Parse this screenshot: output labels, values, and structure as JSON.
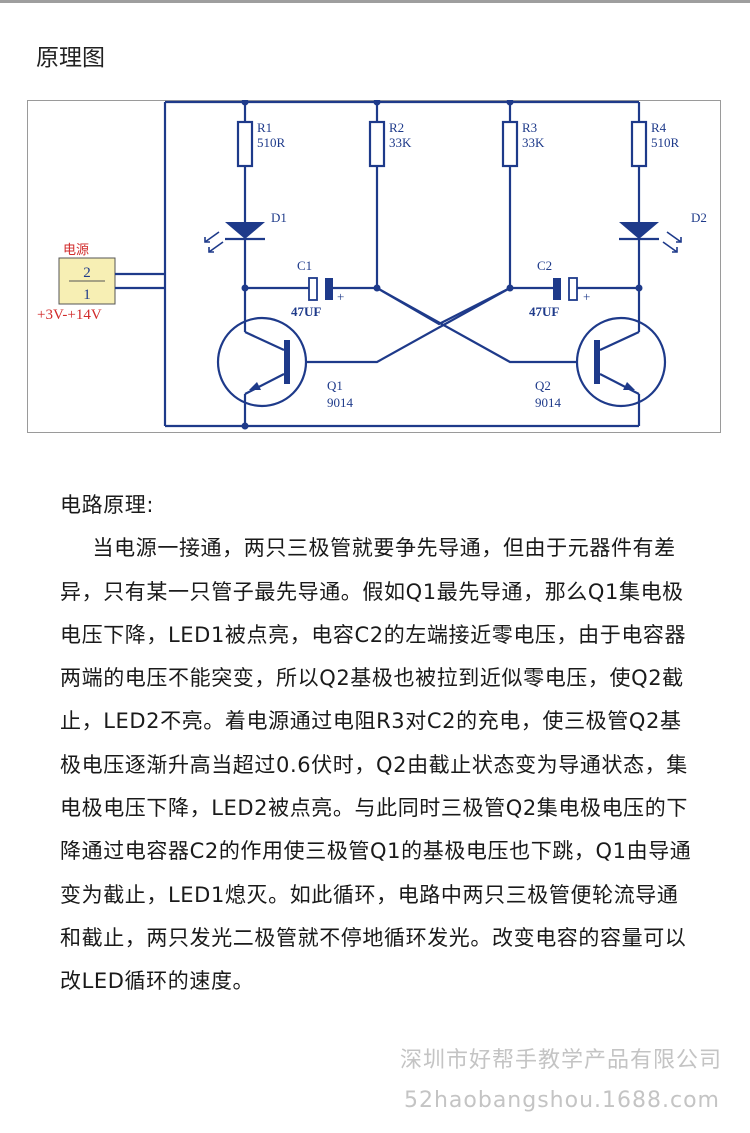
{
  "page_title": "原理图",
  "schematic": {
    "colors": {
      "wire": "#1e3a8a",
      "label": "#1e3a8a",
      "power_text": "#d12a2a",
      "power_box": "#f7efb4",
      "frame": "#9a9a9a"
    },
    "power": {
      "title": "电源",
      "pin_top": "2",
      "pin_bottom": "1",
      "range": "+3V-+14V"
    },
    "resistors": [
      {
        "name": "R1",
        "value": "510R"
      },
      {
        "name": "R2",
        "value": "33K"
      },
      {
        "name": "R3",
        "value": "33K"
      },
      {
        "name": "R4",
        "value": "510R"
      }
    ],
    "leds": [
      {
        "name": "D1"
      },
      {
        "name": "D2"
      }
    ],
    "capacitors": [
      {
        "name": "C1",
        "value": "47UF",
        "polarity": "+"
      },
      {
        "name": "C2",
        "value": "47UF",
        "polarity": "+"
      }
    ],
    "transistors": [
      {
        "name": "Q1",
        "model": "9014"
      },
      {
        "name": "Q2",
        "model": "9014"
      }
    ]
  },
  "content": {
    "section_title": "电路原理:",
    "paragraph": "当电源一接通，两只三极管就要争先导通，但由于元器件有差异，只有某一只管子最先导通。假如Q1最先导通，那么Q1集电极电压下降，LED1被点亮，电容C2的左端接近零电压，由于电容器两端的电压不能突变，所以Q2基极也被拉到近似零电压，使Q2截止，LED2不亮。着电源通过电阻R3对C2的充电，使三极管Q2基极电压逐渐升高当超过0.6伏时，Q2由截止状态变为导通状态，集电极电压下降，LED2被点亮。与此同时三极管Q2集电极电压的下降通过电容器C2的作用使三极管Q1的基极电压也下跳，Q1由导通变为截止，LED1熄灭。如此循环，电路中两只三极管便轮流导通和截止，两只发光二极管就不停地循环发光。改变电容的容量可以改LED循环的速度。"
  },
  "watermark": {
    "line1": "深圳市好帮手教学产品有限公司",
    "line2": "52haobangshou.1688.com"
  }
}
